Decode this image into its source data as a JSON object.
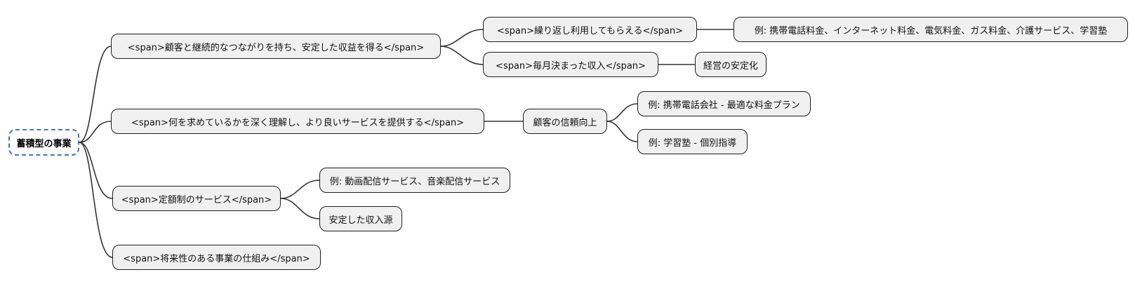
{
  "mindmap": {
    "type": "mindmap",
    "root": {
      "label": "蓄積型の事業"
    },
    "branches": [
      {
        "label": "<span>顧客と継続的なつながりを持ち、安定した収益を得る</span>",
        "children": [
          {
            "label": "<span>繰り返し利用してもらえる</span>",
            "children": [
              {
                "label": "例: 携帯電話料金、インターネット料金、電気料金、ガス料金、介護サービス、学習塾"
              }
            ]
          },
          {
            "label": "<span>毎月決まった収入</span>",
            "children": [
              {
                "label": "経営の安定化"
              }
            ]
          }
        ]
      },
      {
        "label": "<span>何を求めているかを深く理解し、より良いサービスを提供する</span>",
        "children": [
          {
            "label": "顧客の信頼向上",
            "children": [
              {
                "label": "例: 携帯電話会社 - 最適な料金プラン"
              },
              {
                "label": "例: 学習塾 - 個別指導"
              }
            ]
          }
        ]
      },
      {
        "label": "<span>定額制のサービス</span>",
        "children": [
          {
            "label": "例: 動画配信サービス、音楽配信サービス"
          },
          {
            "label": "安定した収入源"
          }
        ]
      },
      {
        "label": "<span>将来性のある事業の仕組み</span>",
        "children": []
      }
    ]
  },
  "colors": {
    "background": "#ffffff",
    "node_fill": "#f0f0f0",
    "node_border": "#1f1f1f",
    "root_fill": "#ffffff",
    "root_border": "#4a72c9",
    "edge": "#333333"
  }
}
